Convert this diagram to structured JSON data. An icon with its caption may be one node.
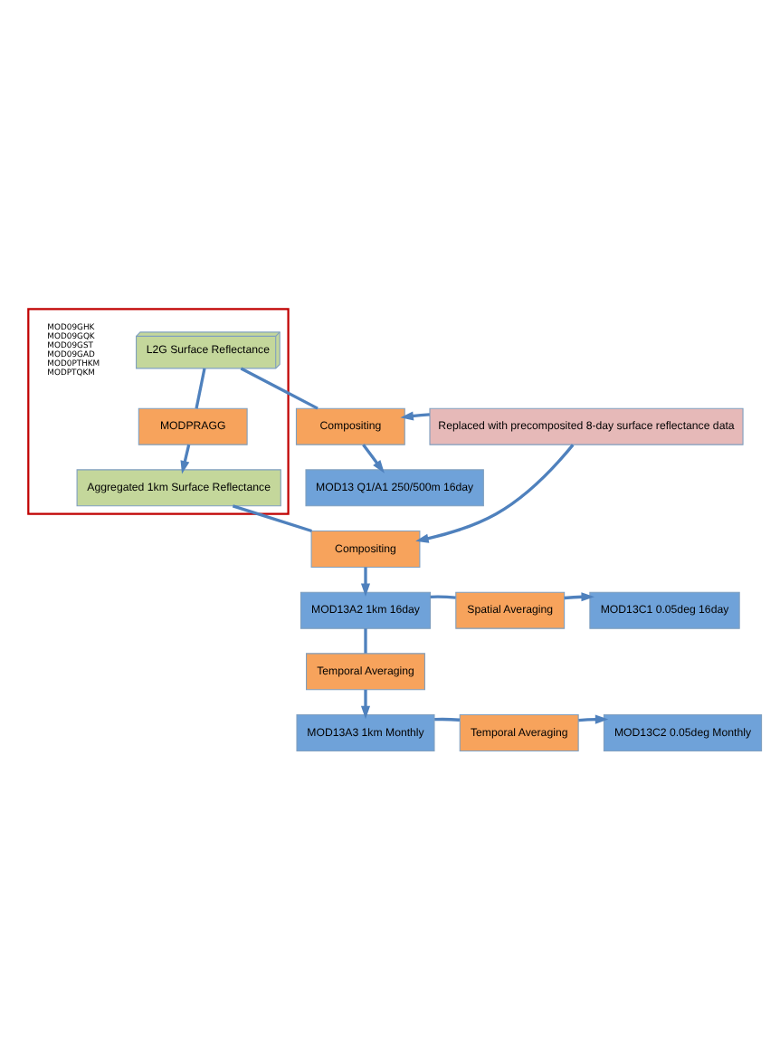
{
  "diagram": {
    "nodes": [
      {
        "text": [],
        "shape": "box"
      },
      {
        "text": [
          "L2G Surface Reflectance"
        ],
        "in": 0
      },
      {
        "text": [
          "Compositing"
        ]
      },
      {
        "text": [
          "Replaced with precomposited 8-day surface reflectance data"
        ]
      },
      {
        "text": [
          "MODPRAGG"
        ],
        "in": 0
      },
      {
        "text": [
          "MOD13 Q1/A1 250/500m 16day"
        ]
      },
      {
        "text": [
          "Aggregated 1km Surface Reflectance"
        ],
        "in": 0
      },
      {
        "text": [
          "Compositing"
        ]
      },
      {
        "text": [
          "MOD13C1 0.05deg 16day"
        ]
      },
      {
        "text": [
          "Spatial Averaging"
        ]
      },
      {
        "text": [
          "MOD13A2 1km 16day"
        ]
      },
      {
        "text": [
          "Temporal Averaging"
        ]
      },
      {
        "text": [
          "MOD13C2 0.05deg Monthly"
        ]
      },
      {
        "text": [
          "Temporal Averaging"
        ]
      },
      {
        "text": [
          "MOD13A3 1km Monthly"
        ]
      }
    ],
    "edges": [
      {
        "from": 1,
        "to": 2,
        "arrow": "none"
      },
      {
        "from": 1,
        "to": 4,
        "arrow": "none"
      },
      {
        "from": 3,
        "to": 2,
        "arrow": "to"
      },
      {
        "from": 2,
        "to": 5,
        "arrow": "to"
      },
      {
        "from": 4,
        "to": 6,
        "arrow": "to"
      },
      {
        "from": 3,
        "to": 7,
        "arrow": "to"
      },
      {
        "from": 6,
        "to": 7,
        "arrow": "none"
      },
      {
        "from": 7,
        "to": 10,
        "arrow": "to"
      },
      {
        "from": 10,
        "to": 9,
        "arrow": "none"
      },
      {
        "from": 9,
        "to": 8,
        "arrow": "to"
      },
      {
        "from": 10,
        "to": 11,
        "arrow": "none"
      },
      {
        "from": 11,
        "to": 14,
        "arrow": "to"
      },
      {
        "from": 14,
        "to": 13,
        "arrow": "none"
      },
      {
        "from": 13,
        "to": 12,
        "arrow": "to"
      }
    ],
    "labels": [
      "MOD09GHK",
      "MOD09GQK",
      "MOD09GST",
      "MOD09GAD",
      "MOD0PTHKM",
      "MODPTQKM"
    ]
  }
}
